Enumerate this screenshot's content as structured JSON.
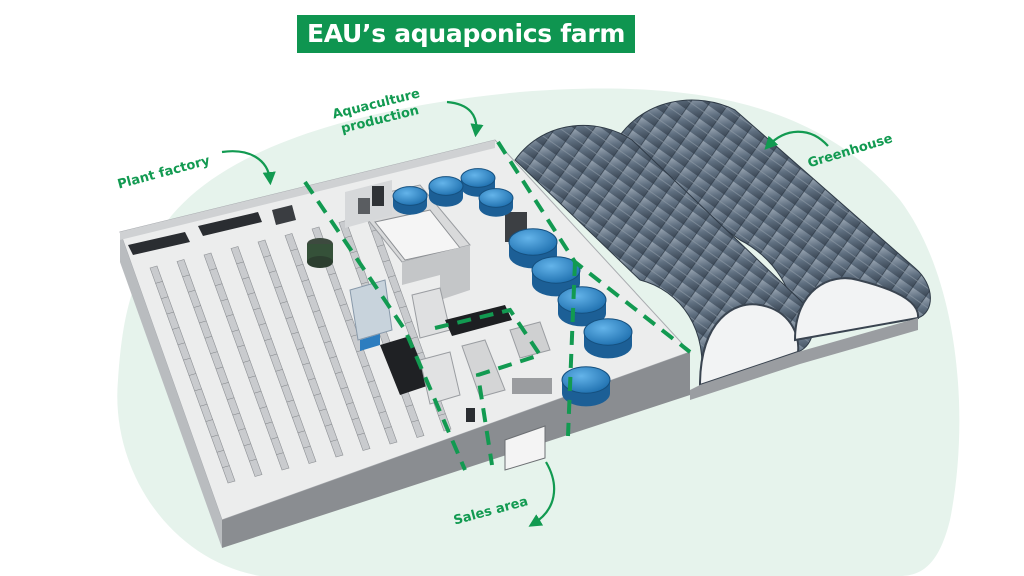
{
  "title": "EAU’s aquaponics farm",
  "zones": {
    "plant_factory": "Plant factory",
    "aquaculture_line1": "Aquaculture",
    "aquaculture_line2": "production",
    "greenhouse": "Greenhouse",
    "sales_area": "Sales area"
  },
  "colors": {
    "brand_green": "#0f9550",
    "label_green": "#129a51",
    "background_blob": "#e6f3ec",
    "tank_blue": "#2f88c9",
    "greenhouse_glass": "#5f6f80",
    "wall_gray": "#8a8d91",
    "floor_gray": "#e9eaeb"
  },
  "counts": {
    "fish_tanks": 10,
    "greenhouse_tunnels": 2
  }
}
